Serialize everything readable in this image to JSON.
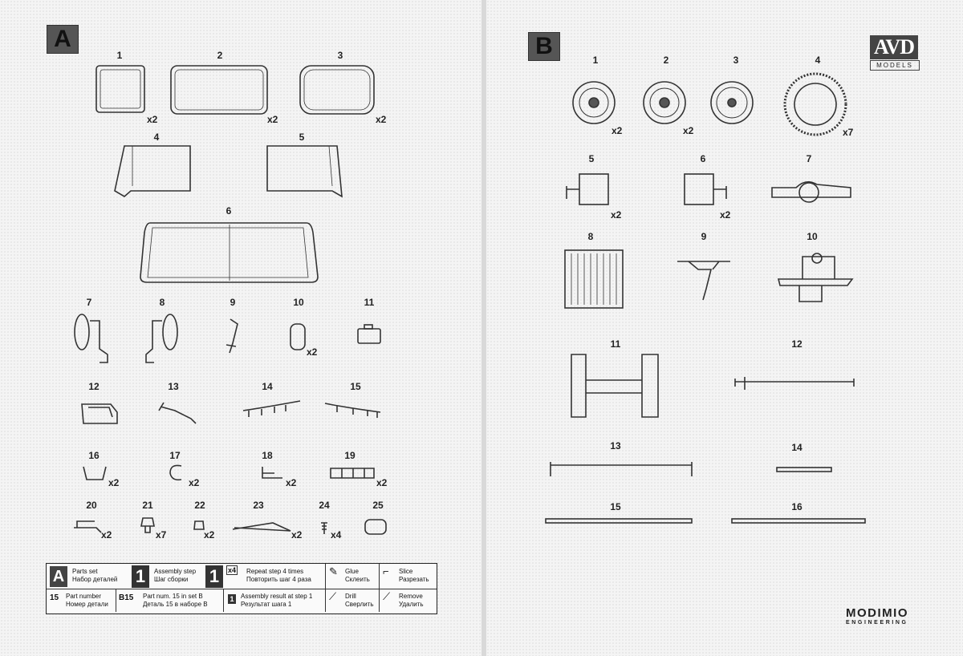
{
  "section_a": {
    "label": "A"
  },
  "section_b": {
    "label": "B"
  },
  "parts_a": [
    {
      "num": "1",
      "qty": "x2"
    },
    {
      "num": "2",
      "qty": "x2"
    },
    {
      "num": "3",
      "qty": "x2"
    },
    {
      "num": "4",
      "qty": ""
    },
    {
      "num": "5",
      "qty": ""
    },
    {
      "num": "6",
      "qty": ""
    },
    {
      "num": "7",
      "qty": ""
    },
    {
      "num": "8",
      "qty": ""
    },
    {
      "num": "9",
      "qty": ""
    },
    {
      "num": "10",
      "qty": "x2"
    },
    {
      "num": "11",
      "qty": ""
    },
    {
      "num": "12",
      "qty": ""
    },
    {
      "num": "13",
      "qty": ""
    },
    {
      "num": "14",
      "qty": ""
    },
    {
      "num": "15",
      "qty": ""
    },
    {
      "num": "16",
      "qty": "x2"
    },
    {
      "num": "17",
      "qty": "x2"
    },
    {
      "num": "18",
      "qty": "x2"
    },
    {
      "num": "19",
      "qty": "x2"
    },
    {
      "num": "20",
      "qty": "x2"
    },
    {
      "num": "21",
      "qty": "x7"
    },
    {
      "num": "22",
      "qty": "x2"
    },
    {
      "num": "23",
      "qty": "x2"
    },
    {
      "num": "24",
      "qty": "x4"
    },
    {
      "num": "25",
      "qty": ""
    }
  ],
  "parts_b": [
    {
      "num": "1",
      "qty": "x2"
    },
    {
      "num": "2",
      "qty": "x2"
    },
    {
      "num": "3",
      "qty": ""
    },
    {
      "num": "4",
      "qty": "x7"
    },
    {
      "num": "5",
      "qty": "x2"
    },
    {
      "num": "6",
      "qty": "x2"
    },
    {
      "num": "7",
      "qty": ""
    },
    {
      "num": "8",
      "qty": ""
    },
    {
      "num": "9",
      "qty": ""
    },
    {
      "num": "10",
      "qty": ""
    },
    {
      "num": "11",
      "qty": ""
    },
    {
      "num": "12",
      "qty": ""
    },
    {
      "num": "13",
      "qty": ""
    },
    {
      "num": "14",
      "qty": ""
    },
    {
      "num": "15",
      "qty": ""
    },
    {
      "num": "16",
      "qty": ""
    }
  ],
  "legend": {
    "parts_set_symbol": "A",
    "parts_set_en": "Parts set",
    "parts_set_ru": "Набор деталей",
    "assembly_step_symbol": "1",
    "assembly_step_en": "Assembly step",
    "assembly_step_ru": "Шаг сборки",
    "repeat_symbol": "1",
    "repeat_count": "x4",
    "repeat_en": "Repeat step 4 times",
    "repeat_ru": "Повторить шаг 4 раза",
    "glue_en": "Glue",
    "glue_ru": "Склеить",
    "slice_en": "Slice",
    "slice_ru": "Разрезать",
    "part_number_symbol": "15",
    "part_number_en": "Part number",
    "part_number_ru": "Номер детали",
    "part_in_set_symbol": "B15",
    "part_in_set_en": "Part num. 15 in set B",
    "part_in_set_ru": "Деталь 15 в наборе B",
    "result_symbol": "1",
    "result_en": "Assembly result at step 1",
    "result_ru": "Результат шага 1",
    "drill_en": "Drill",
    "drill_ru": "Сверлить",
    "remove_en": "Remove",
    "remove_ru": "Удалить"
  },
  "logos": {
    "avd_main": "AVD",
    "avd_sub": "MODELS",
    "modimio_main": "MODIMIO",
    "modimio_sub": "ENGINEERING"
  }
}
